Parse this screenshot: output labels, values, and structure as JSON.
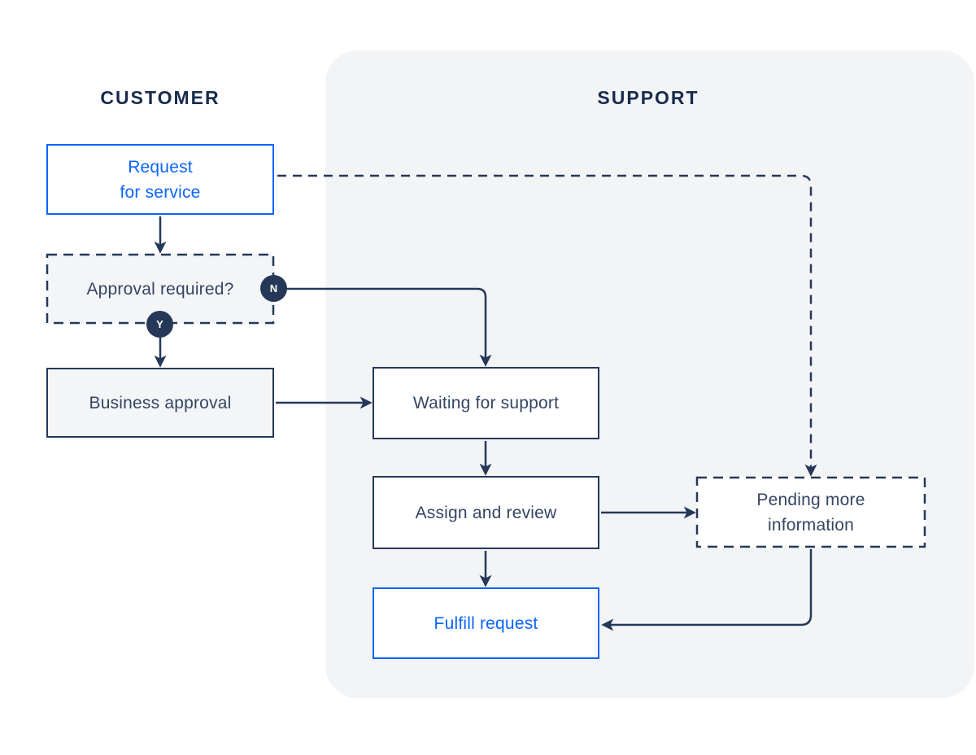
{
  "lanes": {
    "customer": "CUSTOMER",
    "support": "SUPPORT"
  },
  "nodes": {
    "request_for_service": {
      "line1": "Request",
      "line2": "for service"
    },
    "approval_required": {
      "label": "Approval required?"
    },
    "business_approval": {
      "label": "Business approval"
    },
    "waiting_for_support": {
      "label": "Waiting for support"
    },
    "assign_and_review": {
      "label": "Assign and review"
    },
    "fulfill_request": {
      "label": "Fulfill request"
    },
    "pending_more_information": {
      "line1": "Pending more",
      "line2": "information"
    }
  },
  "decision_badges": {
    "no": "N",
    "yes": "Y"
  },
  "colors": {
    "accent_blue": "#0B65FF",
    "navy": "#253858",
    "heading_navy": "#172B4D",
    "label_navy": "#344563",
    "panel_bg": "#F3F4F6",
    "gray_box_bg": "#F4F5F7",
    "canvas_bg": "#FFFFFF"
  }
}
